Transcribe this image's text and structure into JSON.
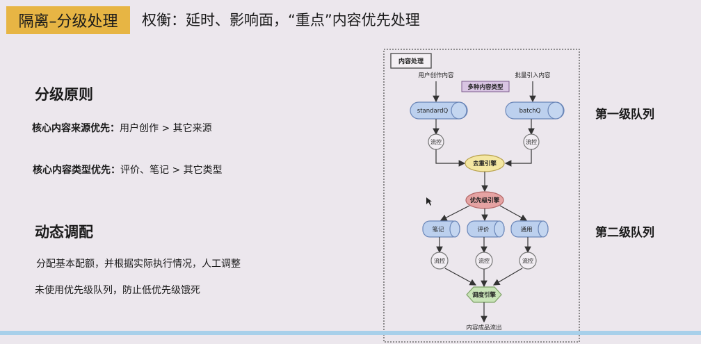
{
  "header": {
    "badge": "隔离–分级处理",
    "subtitle": "权衡：延时、影响面，“重点”内容优先处理"
  },
  "left": {
    "section1": {
      "heading": "分级原则",
      "items": [
        {
          "label": "核心内容来源优先：",
          "value": "用户创作 > 其它来源"
        },
        {
          "label": "核心内容类型优先：",
          "value": "评价、笔记 > 其它类型"
        }
      ]
    },
    "section2": {
      "heading": "动态调配",
      "items": [
        "分配基本配额，并根据实际执行情况，人工调整",
        "未使用优先级队列，防止低优先级饿死"
      ]
    }
  },
  "diagram": {
    "frame_title": "内容处理",
    "source_left": "用户创作内容",
    "source_right": "批量引入内容",
    "content_types": "多种内容类型",
    "queue_left": "standardQ",
    "queue_right": "batchQ",
    "flow_control": "流控",
    "dedup_engine": "去重引擎",
    "priority_engine": "优先级引擎",
    "queues_level2": [
      "笔记",
      "评价",
      "通用"
    ],
    "schedule_engine": "调度引擎",
    "output": "内容成品流出",
    "colors": {
      "queue_fill": "#bcd0ee",
      "queue_stroke": "#6a86b8",
      "dedup_fill": "#f4e7a2",
      "priority_fill": "#e5a3a3",
      "schedule_fill": "#c9e4b8",
      "types_fill": "#d9c5e3"
    }
  },
  "right_labels": {
    "level1": "第一级队列",
    "level2": "第二级队列"
  },
  "colors": {
    "badge": "#e7b544",
    "background": "#ece7ed",
    "bottom_bar": "#a8d0ea"
  }
}
